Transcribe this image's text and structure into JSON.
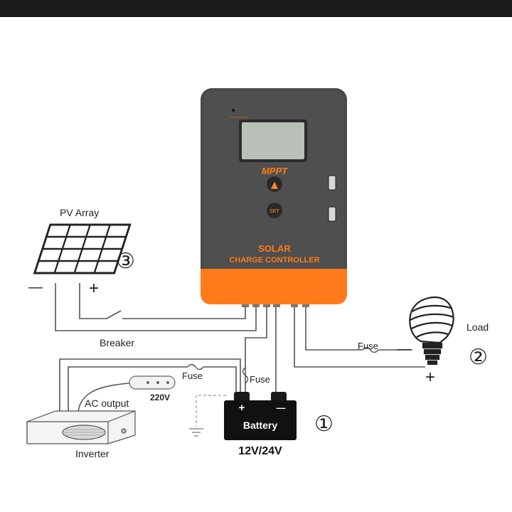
{
  "controller": {
    "brand": "MPPT",
    "title": "SOLAR",
    "subtitle": "CHARGE CONTROLLER",
    "up_button_glyph": "▲",
    "set_button": "SET",
    "indicator_text": "Power Indicator",
    "colors": {
      "body": "#4a4a4a",
      "accent": "#ff7a1a",
      "button": "#ff8c2a",
      "screen": "#b9c0b8"
    }
  },
  "pv_array": {
    "label": "PV Array",
    "minus": "—",
    "plus": "+",
    "number": "③"
  },
  "breaker": {
    "label": "Breaker"
  },
  "load": {
    "label": "Load",
    "fuse_label": "Fuse",
    "number": "②",
    "minus": "—",
    "plus": "+"
  },
  "battery": {
    "label": "Battery",
    "voltage": "12V/24V",
    "plus": "+",
    "minus": "—",
    "number": "①",
    "fuse_label": "Fuse"
  },
  "inverter": {
    "label": "Inverter",
    "ac_output_label": "AC output",
    "fuse_label": "Fuse",
    "outlet_voltage": "220V"
  }
}
